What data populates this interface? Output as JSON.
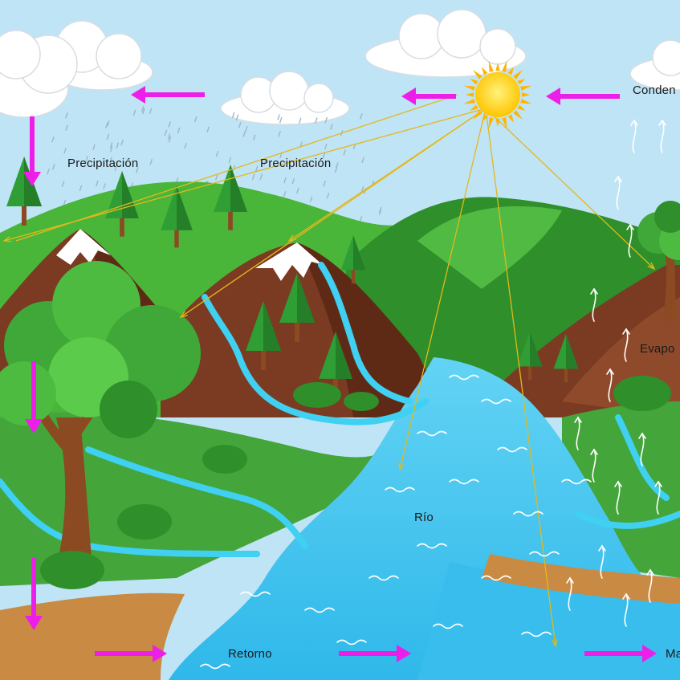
{
  "labels": {
    "condensacion": "Conden",
    "precipitacion_left": "Precipitación",
    "precipitacion_center": "Precipitación",
    "evaporacion": "Evapo",
    "rio": "Río",
    "retorno": "Retorno",
    "mar": "Ma"
  },
  "colors": {
    "sky": "#bfe4f6",
    "arrow": "#ee1ee9",
    "sun": "#ffd21a",
    "water": "#3ec6ef",
    "grass": "#3aa52e",
    "mountain": "#7a3b22",
    "soil": "#c98a44"
  }
}
